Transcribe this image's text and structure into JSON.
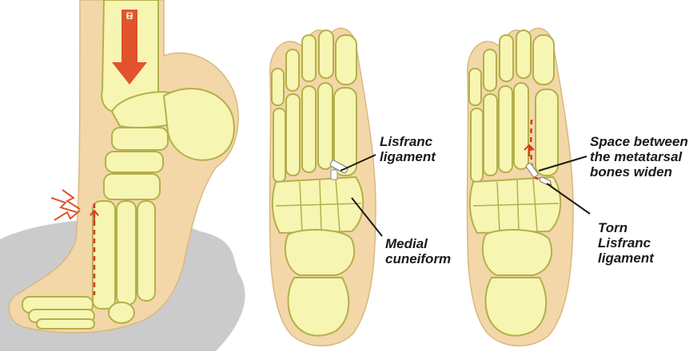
{
  "force_label": [
    "F",
    "O",
    "R",
    "C",
    "E"
  ],
  "labels": {
    "lisfranc_ligament": [
      "Lisfranc",
      "ligament"
    ],
    "medial_cuneiform": [
      "Medial",
      "cuneiform"
    ],
    "space_between": [
      "Space between",
      "the metatarsal",
      "bones widen"
    ],
    "torn_ligament": [
      "Torn",
      "Lisfranc",
      "ligament"
    ]
  },
  "colors": {
    "skin": "#f3d7a8",
    "bone": "#f7f5b2",
    "bone_outline": "#b3b04a",
    "force_arrow": "#e1532c",
    "injury": "#d63a22",
    "shadow": "#c9c9c9"
  }
}
